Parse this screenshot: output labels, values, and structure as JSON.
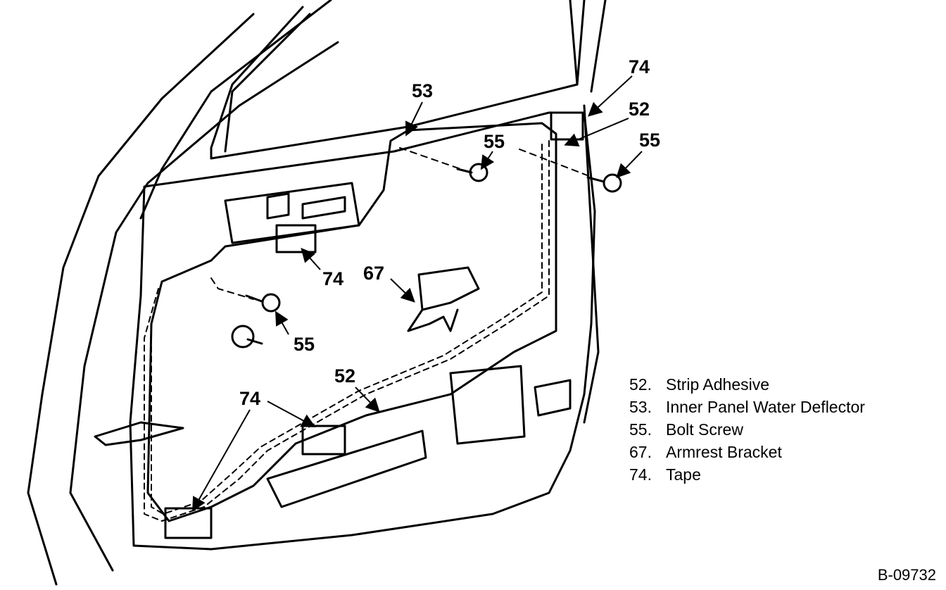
{
  "callouts": [
    "74",
    "53",
    "52",
    "55",
    "55",
    "74",
    "67",
    "55",
    "52",
    "74"
  ],
  "legend": [
    {
      "num": "52.",
      "label": "Strip Adhesive"
    },
    {
      "num": "53.",
      "label": "Inner Panel Water Deflector"
    },
    {
      "num": "55.",
      "label": "Bolt Screw"
    },
    {
      "num": "67.",
      "label": "Armrest Bracket"
    },
    {
      "num": "74.",
      "label": "Tape"
    }
  ],
  "figure_id": "B-09732"
}
